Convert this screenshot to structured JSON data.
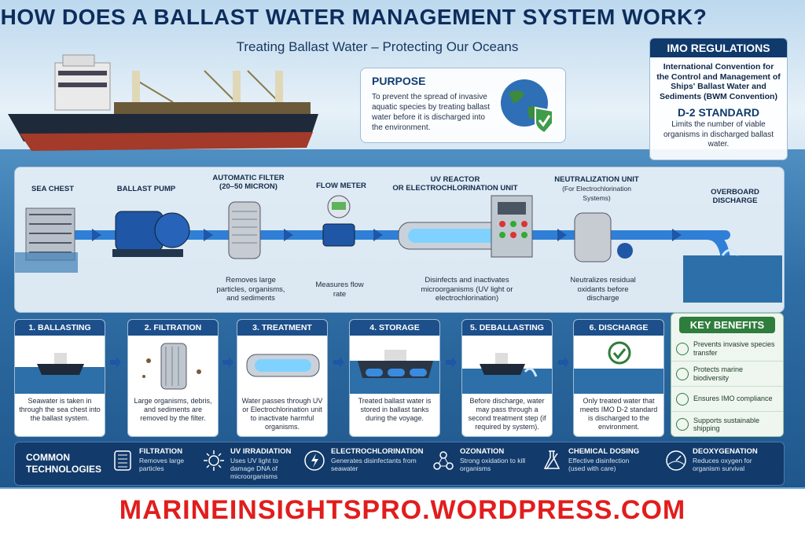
{
  "title": "HOW DOES A BALLAST WATER MANAGEMENT SYSTEM WORK?",
  "subtitle": "Treating Ballast Water – Protecting Our Oceans",
  "purpose": {
    "heading": "PURPOSE",
    "text": "To prevent the spread of invasive aquatic species by treating ballast water before it is discharged into the environment."
  },
  "imo": {
    "heading": "IMO REGULATIONS",
    "convention": "International Convention for the Control and Management of Ships' Ballast Water and Sediments (BWM Convention)",
    "d2_heading": "D-2 STANDARD",
    "d2_text": "Limits the number of viable organisms in discharged ballast water."
  },
  "flow": {
    "components": [
      {
        "label": "SEA CHEST",
        "desc": ""
      },
      {
        "label": "BALLAST PUMP",
        "desc": ""
      },
      {
        "label": "AUTOMATIC FILTER\n(20–50 MICRON)",
        "desc": "Removes large particles, organisms, and sediments"
      },
      {
        "label": "FLOW METER",
        "desc": "Measures flow rate"
      },
      {
        "label": "UV REACTOR\nOR ELECTROCHLORINATION UNIT",
        "desc": "Disinfects and inactivates microorganisms (UV light or electrochlorination)"
      },
      {
        "label": "NEUTRALIZATION UNIT",
        "sublabel": "(For Electrochlorination Systems)",
        "desc": "Neutralizes residual oxidants before discharge"
      },
      {
        "label": "OVERBOARD\nDISCHARGE",
        "desc": ""
      }
    ]
  },
  "steps": [
    {
      "title": "1. BALLASTING",
      "text": "Seawater is taken in through the sea chest into the ballast system."
    },
    {
      "title": "2. FILTRATION",
      "text": "Large organisms, debris, and sediments are removed by the filter."
    },
    {
      "title": "3. TREATMENT",
      "text": "Water passes through UV or Electrochlorination unit to inactivate harmful organisms."
    },
    {
      "title": "4. STORAGE",
      "text": "Treated ballast water is stored in ballast tanks during the voyage."
    },
    {
      "title": "5. DEBALLASTING",
      "text": "Before discharge, water may pass through a second treatment step (if required by system)."
    },
    {
      "title": "6. DISCHARGE",
      "text": "Only treated water that meets IMO D-2 standard is discharged to the environment."
    }
  ],
  "benefits": {
    "heading": "KEY BENEFITS",
    "items": [
      {
        "text": "Prevents invasive species transfer",
        "icon": "shield-icon"
      },
      {
        "text": "Protects marine biodiversity",
        "icon": "fish-icon"
      },
      {
        "text": "Ensures IMO compliance",
        "icon": "check-icon"
      },
      {
        "text": "Supports sustainable shipping",
        "icon": "leaf-icon"
      }
    ]
  },
  "technologies": {
    "heading": "COMMON TECHNOLOGIES",
    "items": [
      {
        "title": "FILTRATION",
        "text": "Removes large particles",
        "icon": "filter-icon"
      },
      {
        "title": "UV IRRADIATION",
        "text": "Uses UV light to damage DNA of microorganisms",
        "icon": "uv-sun-icon"
      },
      {
        "title": "ELECTROCHLORINATION",
        "text": "Generates disinfectants from seawater",
        "icon": "lightning-icon"
      },
      {
        "title": "OZONATION",
        "text": "Strong oxidation to kill organisms",
        "icon": "molecule-icon"
      },
      {
        "title": "CHEMICAL DOSING",
        "text": "Effective disinfection (used with care)",
        "icon": "flask-icon"
      },
      {
        "title": "DEOXYGENATION",
        "text": "Reduces oxygen for organism survival",
        "icon": "gauge-icon"
      }
    ]
  },
  "footer": "MARINEINSIGHTSPRO.WORDPRESS.COM",
  "colors": {
    "navy": "#0f3a6b",
    "accent": "#1d4f8a",
    "pipe": "#2f7fd6",
    "benefit": "#2f7d3c",
    "footer": "#e11d1d"
  }
}
